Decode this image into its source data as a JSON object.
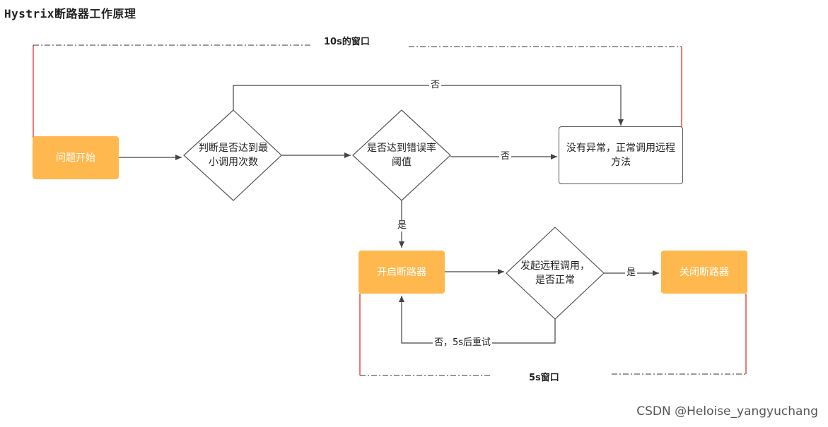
{
  "title": "Hystrix断路器工作原理",
  "window_10s_label": "10s的窗口",
  "window_5s_label": "5s窗口",
  "nodes": {
    "start": "问题开始",
    "check_min_calls": "判断是否达到最小调用次数",
    "check_error_rate": "是否达到错误率阈值",
    "normal_call": "没有异常，正常调用远程方法",
    "open_breaker": "开启断路器",
    "remote_call_check": "发起远程调用，是否正常",
    "close_breaker": "关闭断路器"
  },
  "edges": {
    "no_top": "否",
    "no_mid": "否",
    "yes_down": "是",
    "yes_right": "是",
    "retry": "否，5s后重试"
  },
  "colors": {
    "orange": "#ffb84d",
    "red_line": "#e02020",
    "gray_line": "#444444"
  },
  "watermark": "CSDN @Heloise_yangyuchang"
}
